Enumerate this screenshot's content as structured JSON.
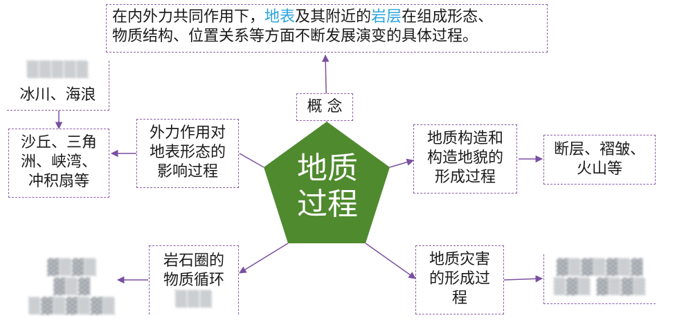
{
  "diagram": {
    "center": {
      "line1": "地质",
      "line2": "过程",
      "color": "#4f8a2e"
    },
    "definition": {
      "part1": "在内外力共同作用下，",
      "highlight1": "地表",
      "part2": "及其附近的",
      "highlight2": "岩层",
      "part3": "在组成形态、",
      "line2": "物质结构、位置关系等方面不断发展演变的具体过程。"
    },
    "concept_label": "概 念",
    "external": {
      "line1": "外力作用对",
      "line2": "地表形态的",
      "line3": "影响过程"
    },
    "external_examples": {
      "top_line": "冰川、海浪",
      "line1": "沙丘、三角",
      "line2": "洲、峡湾、",
      "line3": "冲积扇等"
    },
    "structure": {
      "line1": "地质构造和",
      "line2": "构造地貌的",
      "line3": "形成过程"
    },
    "structure_examples": {
      "line1": "断层、褶皱、",
      "line2": "火山等"
    },
    "rock_cycle": {
      "line1": "岩石圈的",
      "line2": "物质循环"
    },
    "disaster": {
      "line1": "地质灾害",
      "line2": "的形成过",
      "line3": "程"
    },
    "colors": {
      "border": "#8a5aa8",
      "highlight": "#29a3dd",
      "pentagon": "#4f8a2e"
    }
  }
}
